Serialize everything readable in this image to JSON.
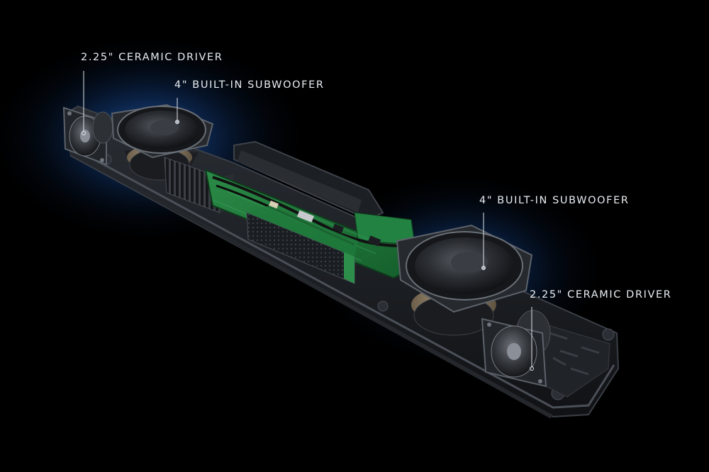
{
  "callouts": {
    "left_driver": "2.25\" CERAMIC DRIVER",
    "left_subwoofer": "4\" BUILT-IN SUBWOOFER",
    "right_subwoofer": "4\" BUILT-IN SUBWOOFER",
    "right_driver": "2.25\" CERAMIC DRIVER"
  },
  "colors": {
    "background": "#000000",
    "glow": "#1f63c4",
    "pcb": "#1f7a3c",
    "chassis": "#1b1e23",
    "label": "#e9edf2"
  }
}
